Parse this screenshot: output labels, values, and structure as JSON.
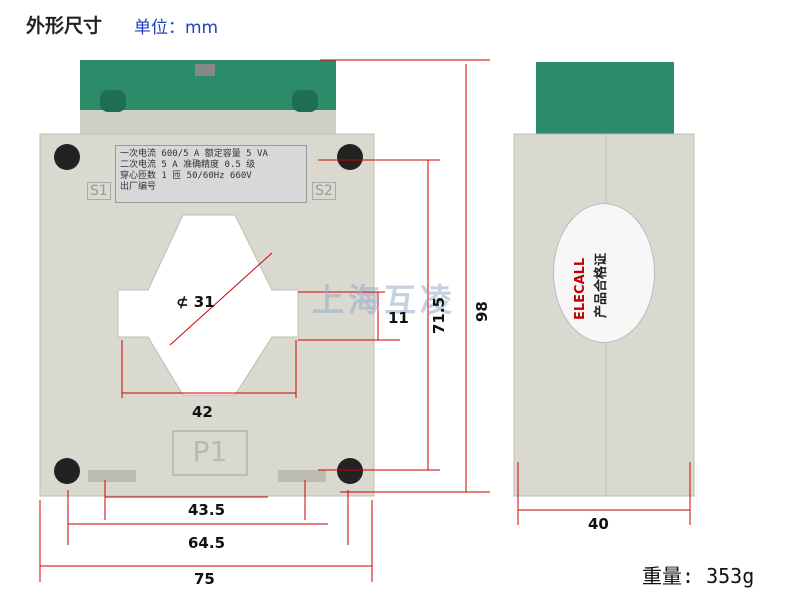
{
  "header": {
    "title": "外形尺寸",
    "unit": "单位：mm"
  },
  "plate": {
    "line1": "一次电流 600/5 A   额定容量  5 VA",
    "line2": "二次电流  5  A   准确精度  0.5 级",
    "line3": "穿心匝数  1  匝    50/60Hz   660V",
    "line4": "出厂编号"
  },
  "terminals": {
    "s1": "S1",
    "s2": "S2"
  },
  "marking": "P1",
  "watermark": "上海互凌",
  "sticker": {
    "brand": "ELECALL",
    "text": "产品合格证"
  },
  "dimensions": {
    "dia": "⊄ 31",
    "d42": "42",
    "d43_5": "43.5",
    "d64_5": "64.5",
    "d75": "75",
    "d11": "11",
    "d71_5": "71.5",
    "d98": "98",
    "d40": "40"
  },
  "weight": "重量: 353g",
  "colors": {
    "body": "#d9d9d0",
    "cap": "#2c8c6a",
    "dimline": "#d00000"
  }
}
